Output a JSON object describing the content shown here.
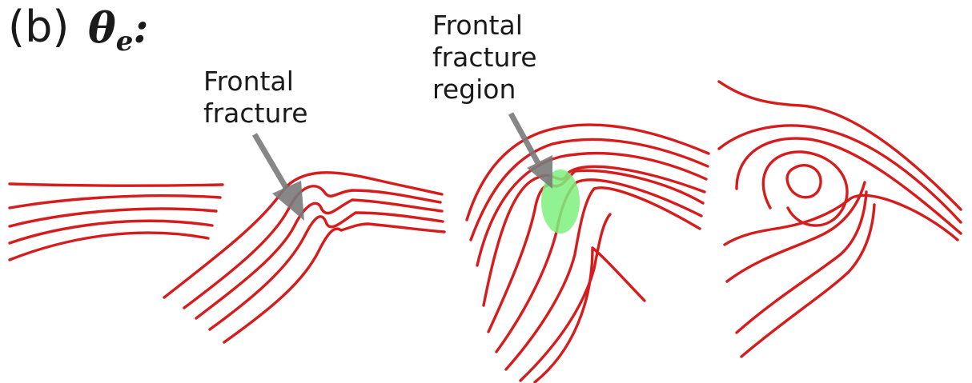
{
  "panel_label": "(b)",
  "symbol": {
    "base": "θ",
    "subscript": "e",
    "suffix": ":"
  },
  "annotations": [
    {
      "line1": "Frontal",
      "line2": "fracture",
      "line3": ""
    },
    {
      "line1": "Frontal",
      "line2": "fracture",
      "line3": "region"
    }
  ],
  "colors": {
    "contour": "#d61c1c",
    "arrow": "#7a7a7a",
    "fracture_region": "#7ef07e",
    "text": "#1a1a1a"
  }
}
